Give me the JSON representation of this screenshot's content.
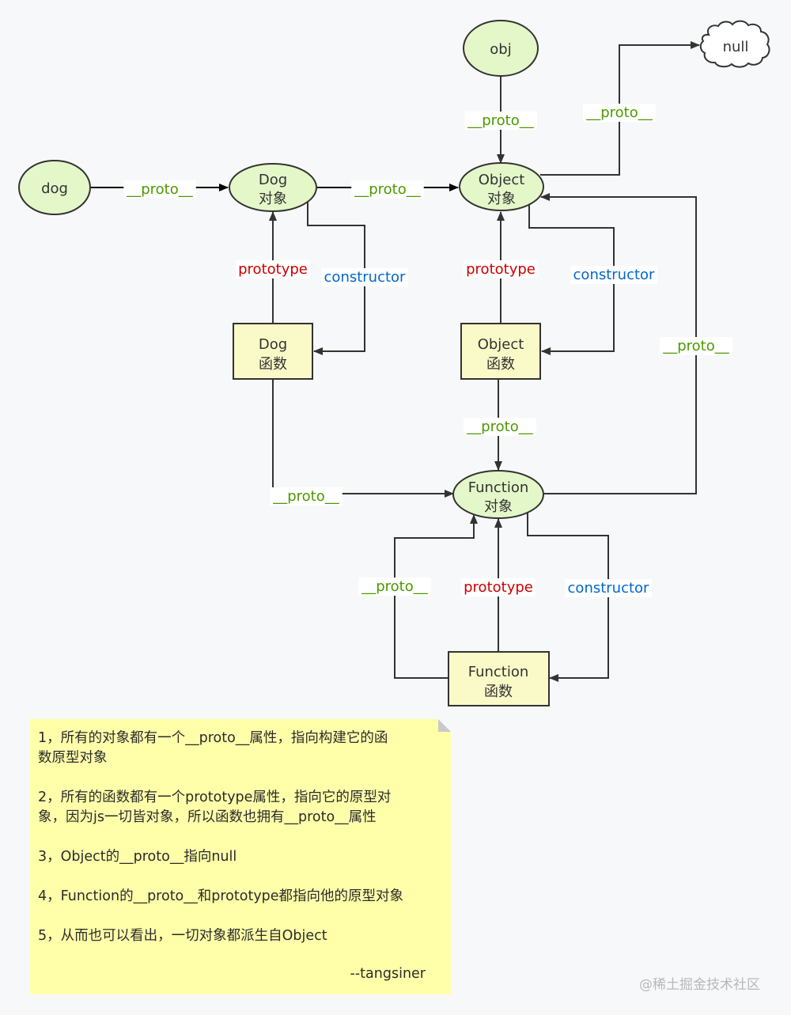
{
  "colors": {
    "object_fill": "#e4f7c8",
    "function_fill": "#fafac8",
    "stroke": "#333333",
    "proto_label": "#4d9900",
    "prototype_label": "#cc0000",
    "constructor_label": "#0066cc",
    "note_fill": "#ffffaa"
  },
  "nodes": {
    "dog": {
      "label": "dog",
      "shape": "ellipse"
    },
    "obj": {
      "label": "obj",
      "shape": "ellipse"
    },
    "null": {
      "label": "null",
      "shape": "cloud"
    },
    "dog_object": {
      "line1": "Dog",
      "line2": "对象",
      "shape": "ellipse"
    },
    "object_object": {
      "line1": "Object",
      "line2": "对象",
      "shape": "ellipse"
    },
    "function_object": {
      "line1": "Function",
      "line2": "对象",
      "shape": "ellipse"
    },
    "dog_function": {
      "line1": "Dog",
      "line2": "函数",
      "shape": "box"
    },
    "object_function": {
      "line1": "Object",
      "line2": "函数",
      "shape": "box"
    },
    "function_function": {
      "line1": "Function",
      "line2": "函数",
      "shape": "box"
    }
  },
  "edges": [
    {
      "from": "dog",
      "to": "dog_object",
      "label": "__proto__",
      "kind": "proto"
    },
    {
      "from": "dog_object",
      "to": "object_object",
      "label": "__proto__",
      "kind": "proto"
    },
    {
      "from": "obj",
      "to": "object_object",
      "label": "__proto__",
      "kind": "proto"
    },
    {
      "from": "object_object",
      "to": "null",
      "label": "__proto__",
      "kind": "proto"
    },
    {
      "from": "dog_function",
      "to": "dog_object",
      "label": "prototype",
      "kind": "prototype"
    },
    {
      "from": "dog_object",
      "to": "dog_function",
      "label": "constructor",
      "kind": "constructor"
    },
    {
      "from": "object_function",
      "to": "object_object",
      "label": "prototype",
      "kind": "prototype"
    },
    {
      "from": "object_object",
      "to": "object_function",
      "label": "constructor",
      "kind": "constructor"
    },
    {
      "from": "function_object",
      "to": "object_object",
      "label": "__proto__",
      "kind": "proto"
    },
    {
      "from": "object_function",
      "to": "function_object",
      "label": "__proto__",
      "kind": "proto"
    },
    {
      "from": "dog_function",
      "to": "function_object",
      "label": "__proto__",
      "kind": "proto"
    },
    {
      "from": "function_function",
      "to": "function_object",
      "label": "__proto__",
      "kind": "proto"
    },
    {
      "from": "function_function",
      "to": "function_object",
      "label": "prototype",
      "kind": "prototype"
    },
    {
      "from": "function_object",
      "to": "function_function",
      "label": "constructor",
      "kind": "constructor"
    }
  ],
  "note": {
    "lines": [
      "1，所有的对象都有一个__proto__属性，指向构建它的函",
      "数原型对象",
      "2，所有的函数都有一个prototype属性，指向它的原型对",
      "象，因为js一切皆对象，所以函数也拥有__proto__属性",
      "3，Object的__proto__指向null",
      "4，Function的__proto__和prototype都指向他的原型对象",
      "5，从而也可以看出，一切对象都派生自Object"
    ],
    "author": "--tangsiner"
  },
  "watermark": "@稀土掘金技术社区"
}
